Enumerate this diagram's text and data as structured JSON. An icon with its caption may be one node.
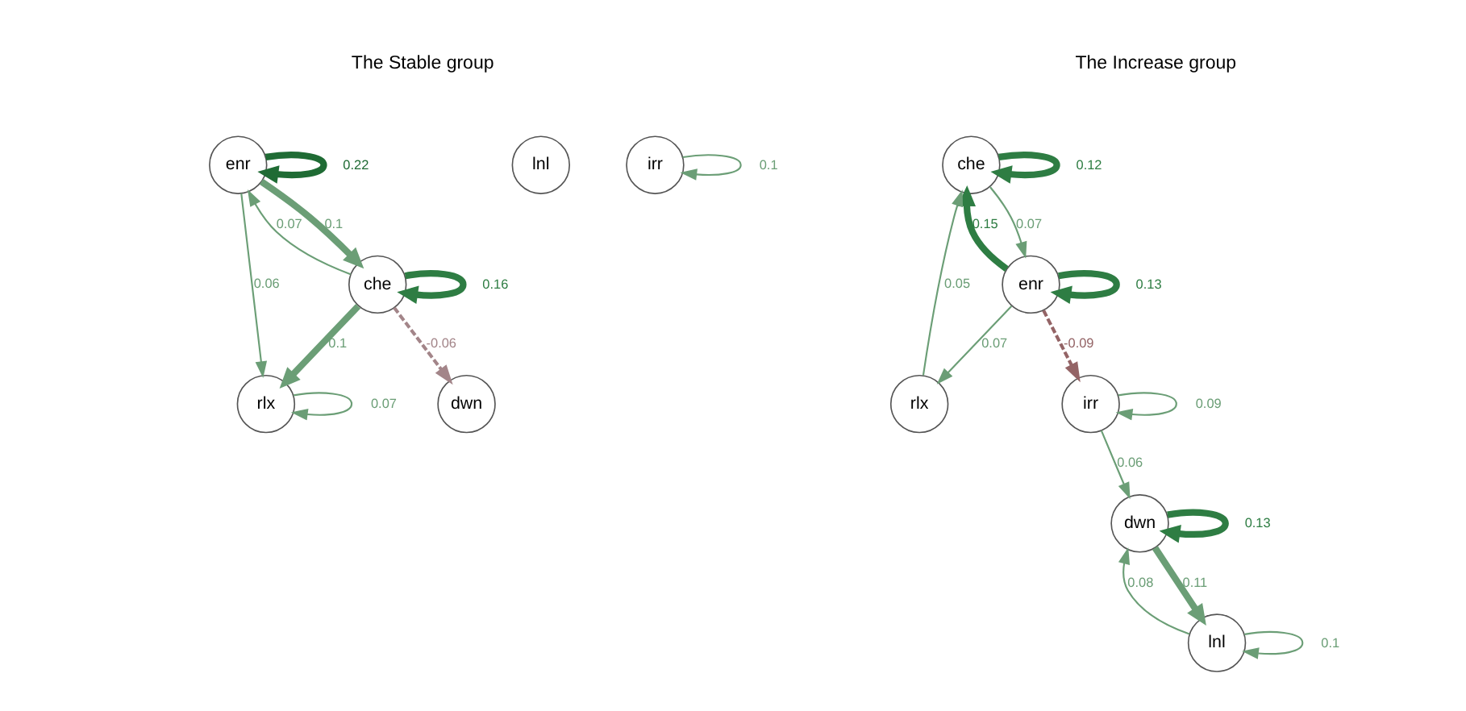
{
  "diagram": {
    "nodes": [
      {
        "text": [
          "enr"
        ]
      },
      {
        "text": [
          "rlx"
        ]
      },
      {
        "text": [
          "che"
        ]
      },
      {
        "text": [
          "dwn"
        ]
      },
      {
        "text": [
          "lnl"
        ]
      },
      {
        "text": [
          "irr"
        ]
      },
      {
        "text": [
          "che"
        ]
      },
      {
        "text": [
          "enr"
        ]
      },
      {
        "text": [
          "rlx"
        ]
      },
      {
        "text": [
          "irr"
        ]
      },
      {
        "text": [
          "dwn"
        ]
      },
      {
        "text": [
          "lnl"
        ]
      }
    ],
    "edges": [
      {
        "from": 0,
        "to": 0,
        "arrow": "to",
        "label": "0.22",
        "style": "thick",
        "color": "#1f6b34"
      },
      {
        "from": 1,
        "to": 1,
        "arrow": "to",
        "label": "0.07"
      },
      {
        "from": 0,
        "to": 1,
        "arrow": "to",
        "label": "0.06"
      },
      {
        "from": 2,
        "to": 0,
        "arrow": "to",
        "label": "0.07"
      },
      {
        "from": 0,
        "to": 2,
        "arrow": "to",
        "label": "0.1",
        "style": "thick"
      },
      {
        "from": 2,
        "to": 2,
        "arrow": "to",
        "label": "0.16",
        "style": "thick",
        "color": "#2e7d43"
      },
      {
        "from": 2,
        "to": 1,
        "arrow": "to",
        "label": "0.1",
        "style": "thick"
      },
      {
        "from": 2,
        "to": 3,
        "arrow": "to",
        "label": "-0.06",
        "style": "dashed",
        "color": "#a38589"
      },
      {
        "from": 5,
        "to": 5,
        "arrow": "to",
        "label": "0.1"
      },
      {
        "from": 6,
        "to": 6,
        "arrow": "to",
        "label": "0.12",
        "style": "thick",
        "color": "#2e7d43"
      },
      {
        "from": 8,
        "to": 6,
        "arrow": "to",
        "label": "0.05"
      },
      {
        "from": 6,
        "to": 7,
        "arrow": "to",
        "label": "0.07"
      },
      {
        "from": 7,
        "to": 6,
        "arrow": "to",
        "label": "0.15",
        "style": "thick",
        "color": "#2e7d43"
      },
      {
        "from": 7,
        "to": 7,
        "arrow": "to",
        "label": "0.13",
        "style": "thick",
        "color": "#2e7d43"
      },
      {
        "from": 7,
        "to": 8,
        "arrow": "to",
        "label": "0.07"
      },
      {
        "from": 7,
        "to": 9,
        "arrow": "to",
        "label": "-0.09",
        "style": "dashed",
        "color": "#946466"
      },
      {
        "from": 9,
        "to": 9,
        "arrow": "to",
        "label": "0.09"
      },
      {
        "from": 9,
        "to": 10,
        "arrow": "to",
        "label": "0.06"
      },
      {
        "from": 11,
        "to": 10,
        "arrow": "to",
        "label": "0.08"
      },
      {
        "from": 10,
        "to": 11,
        "arrow": "to",
        "label": "0.11",
        "style": "thick"
      },
      {
        "from": 10,
        "to": 10,
        "arrow": "to",
        "label": "0.13",
        "style": "thick",
        "color": "#2e7d43"
      },
      {
        "from": 11,
        "to": 11,
        "arrow": "to",
        "label": "0.1"
      }
    ],
    "labels": [
      "The Stable group",
      "The Increase group"
    ]
  }
}
